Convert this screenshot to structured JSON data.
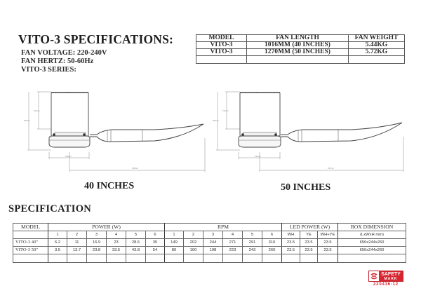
{
  "header": {
    "title": "VITO-3 SPECIFICATIONS:",
    "lines": [
      "FAN VOLTAGE: 220-240V",
      "FAN HERTZ: 50-60Hz",
      "VITO-3 SERIES:"
    ]
  },
  "summary_table": {
    "columns": [
      "MODEL",
      "FAN LENGTH",
      "FAN WEIGHT"
    ],
    "rows": [
      [
        "VITO-3",
        "1016MM  (40 INCHES)",
        "5.44KG"
      ],
      [
        "VITO-3",
        "1270MM  (50 INCHES)",
        "5.72KG"
      ],
      [
        "",
        "",
        ""
      ]
    ]
  },
  "diagrams": [
    {
      "label": "40 INCHES",
      "dims": {
        "top_width": "175mm",
        "inner_height": "192mm",
        "total_height": "280mm",
        "base_width": "193mm",
        "blade_span": "516mm"
      }
    },
    {
      "label": "50 INCHES",
      "dims": {
        "top_width": "175mm",
        "inner_height": "192mm",
        "total_height": "280mm",
        "base_width": "193mm",
        "blade_span": "637mm"
      }
    }
  ],
  "specification": {
    "title": "SPECIFICATION",
    "group_headers": {
      "model": "MODEL",
      "power": "POWER (W)",
      "rpm": "RPM",
      "led": "LED POWER (W)",
      "box": "BOX DIMENSION"
    },
    "sub_headers": {
      "power": [
        "1",
        "2",
        "3",
        "4",
        "5",
        "6"
      ],
      "rpm": [
        "1",
        "2",
        "3",
        "4",
        "5",
        "6"
      ],
      "led": [
        "WH",
        "YE",
        "WH+YE"
      ],
      "box": "(LxWxH mm)"
    },
    "rows": [
      {
        "model": "VITO-3 40\"",
        "power": [
          "6.2",
          "11",
          "16.9",
          "23",
          "28.6",
          "35"
        ],
        "rpm": [
          "149",
          "202",
          "244",
          "271",
          "291",
          "310"
        ],
        "led": [
          "23.5",
          "23.5",
          "23.5"
        ],
        "box": "656x244x260"
      },
      {
        "model": "VITO-3 50\"",
        "power": [
          "3.5",
          "13.7",
          "23.8",
          "33.5",
          "43.8",
          "54"
        ],
        "rpm": [
          "80",
          "160",
          "198",
          "223",
          "243",
          "260"
        ],
        "led": [
          "23.5",
          "23.5",
          "23.5"
        ],
        "box": "656x244x260"
      }
    ]
  },
  "safety_mark": {
    "line1": "SAFETY",
    "line2": "MARK",
    "number": "220436-12",
    "color": "#d7262f"
  }
}
